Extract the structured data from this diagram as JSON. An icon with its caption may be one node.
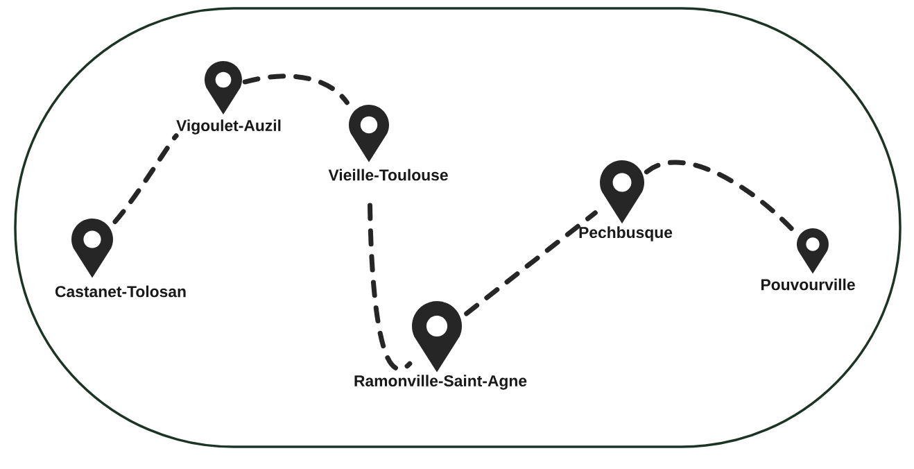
{
  "diagram": {
    "nodes": [
      {
        "text": [
          "Castanet-Tolosan"
        ]
      },
      {
        "text": [
          "Vigoulet-Auzil"
        ]
      },
      {
        "text": [
          "Vieille-Toulouse"
        ]
      },
      {
        "text": [
          "Ramonville-Saint-Agne"
        ]
      },
      {
        "text": [
          "Pechbusque"
        ]
      },
      {
        "text": [
          "Pouvourville"
        ]
      }
    ],
    "edges": [
      {
        "from": 0,
        "to": 1,
        "arrow": "none",
        "style": "dashed"
      },
      {
        "from": 1,
        "to": 2,
        "arrow": "none",
        "style": "dashed"
      },
      {
        "from": 2,
        "to": 3,
        "arrow": "none",
        "style": "dashed"
      },
      {
        "from": 3,
        "to": 4,
        "arrow": "none",
        "style": "dashed"
      },
      {
        "from": 4,
        "to": 5,
        "arrow": "none",
        "style": "dashed"
      }
    ]
  }
}
